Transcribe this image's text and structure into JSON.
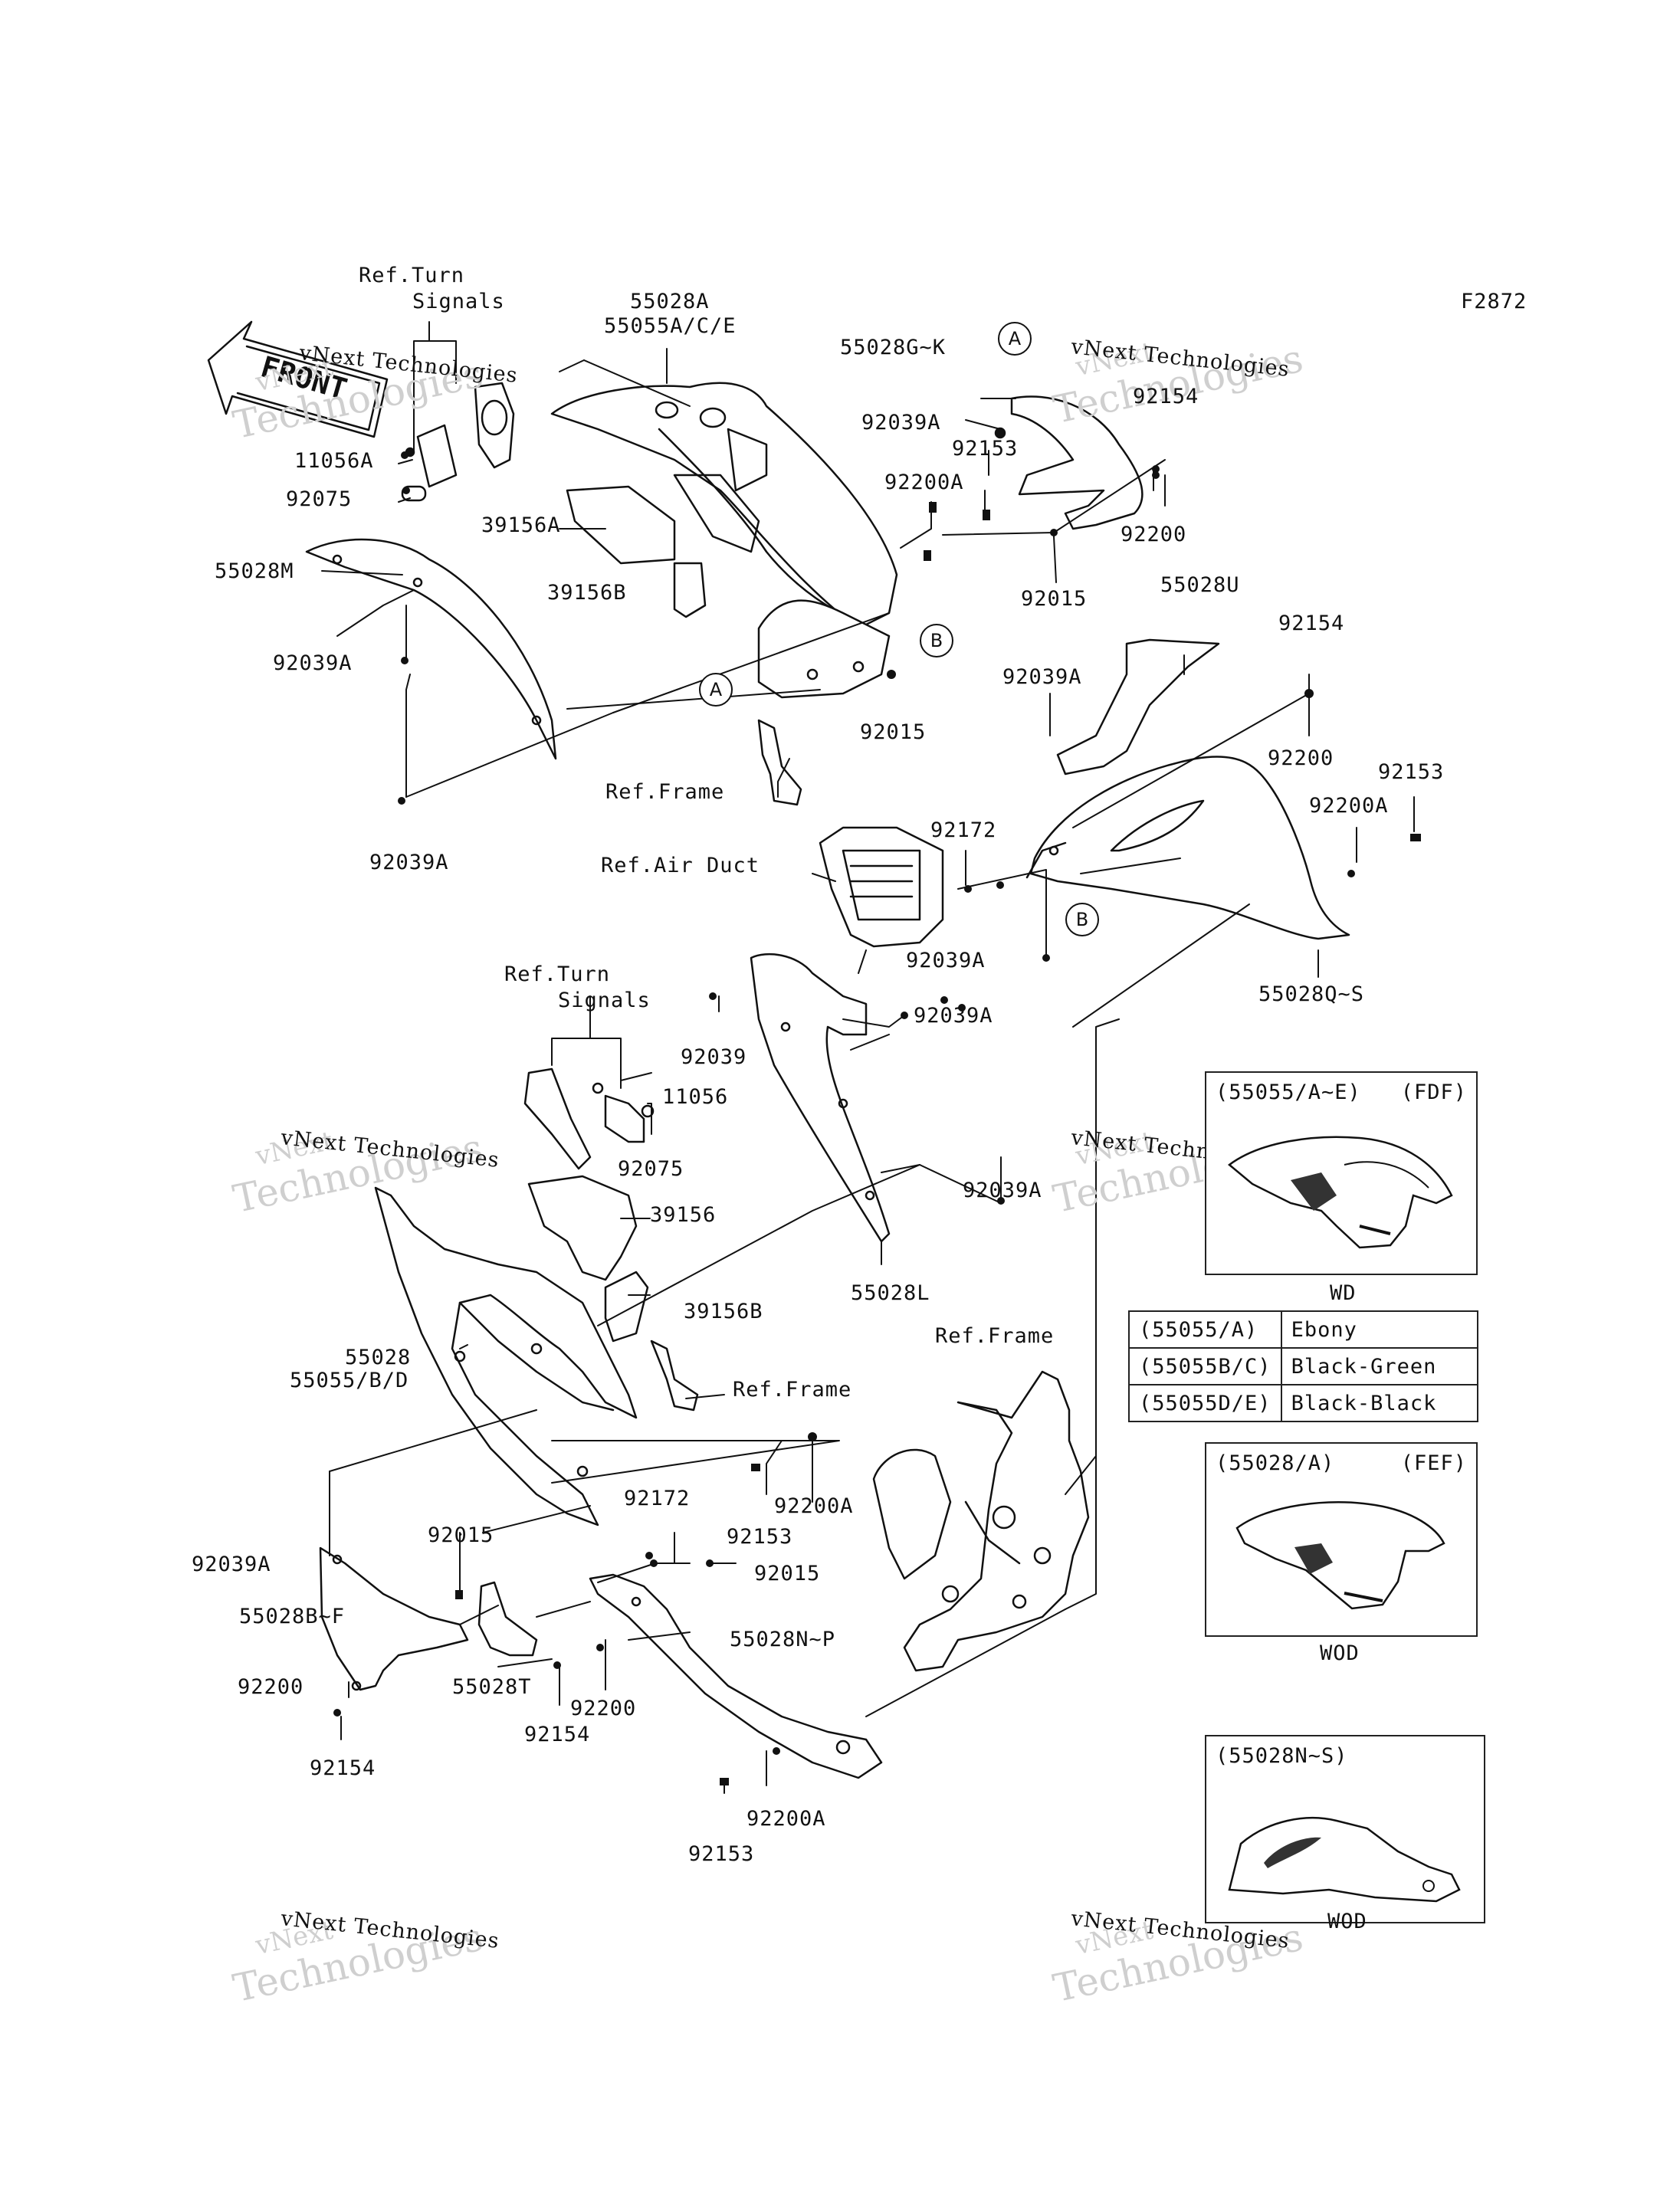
{
  "figure_code": "F2872",
  "watermark": {
    "line1": "vNext",
    "line2": "Technologies",
    "full": "vNext Technologies"
  },
  "front_sign": "FRONT",
  "callouts": [
    "A",
    "B"
  ],
  "labels": {
    "ref_turn_signals_1a": "Ref.Turn",
    "ref_turn_signals_1b": "Signals",
    "p55028A": "55028A",
    "p55055ACE": "55055A/C/E",
    "p11056A": "11056A",
    "p92075_1": "92075",
    "p39156A": "39156A",
    "p55028M": "55028M",
    "p39156B_1": "39156B",
    "p92039A_1": "92039A",
    "p92039A_2": "92039A",
    "p55028GK": "55028G~K",
    "p92039A_3": "92039A",
    "p92154_1": "92154",
    "p92153_1": "92153",
    "p92200A_1": "92200A",
    "p92200_1": "92200",
    "p92015_1": "92015",
    "p92015_2": "92015",
    "ref_frame_1": "Ref.Frame",
    "p55028U": "55028U",
    "p92154_2": "92154",
    "p92039A_4": "92039A",
    "p92200_2": "92200",
    "p92153_2": "92153",
    "p92200A_2": "92200A",
    "p92172_1": "92172",
    "ref_air_duct": "Ref.Air Duct",
    "p92039A_5": "92039A",
    "p55028QS": "55028Q~S",
    "ref_turn_signals_2a": "Ref.Turn",
    "ref_turn_signals_2b": "Signals",
    "p92039_1": "92039",
    "p92039A_6": "92039A",
    "p11056": "11056",
    "p92075_2": "92075",
    "p39156": "39156",
    "p92039A_7": "92039A",
    "p55028L": "55028L",
    "p39156B_2": "39156B",
    "p55028": "55028",
    "p55055BD": "55055/B/D",
    "ref_frame_2": "Ref.Frame",
    "ref_frame_3": "Ref.Frame",
    "p92200A_3": "92200A",
    "p92153_3": "92153",
    "p92172_2": "92172",
    "p92015_3": "92015",
    "p92015_4": "92015",
    "p92039A_8": "92039A",
    "p55028BF": "55028B~F",
    "p92200_3": "92200",
    "p92154_3": "92154",
    "p55028T": "55028T",
    "p92154_4": "92154",
    "p92200_4": "92200",
    "p55028NP": "55028N~P",
    "p92200A_4": "92200A",
    "p92153_4": "92153"
  },
  "insets": [
    {
      "title": "(55055/A~E)",
      "code": "(FDF)",
      "caption": "WD"
    },
    {
      "title": "(55028/A)",
      "code": "(FEF)",
      "caption": "WOD"
    },
    {
      "title": "(55028N~S)",
      "code": "",
      "caption": "WOD"
    }
  ],
  "color_table": [
    {
      "part": "(55055/A)",
      "color": "Ebony"
    },
    {
      "part": "(55055B/C)",
      "color": "Black-Green"
    },
    {
      "part": "(55055D/E)",
      "color": "Black-Black"
    }
  ]
}
